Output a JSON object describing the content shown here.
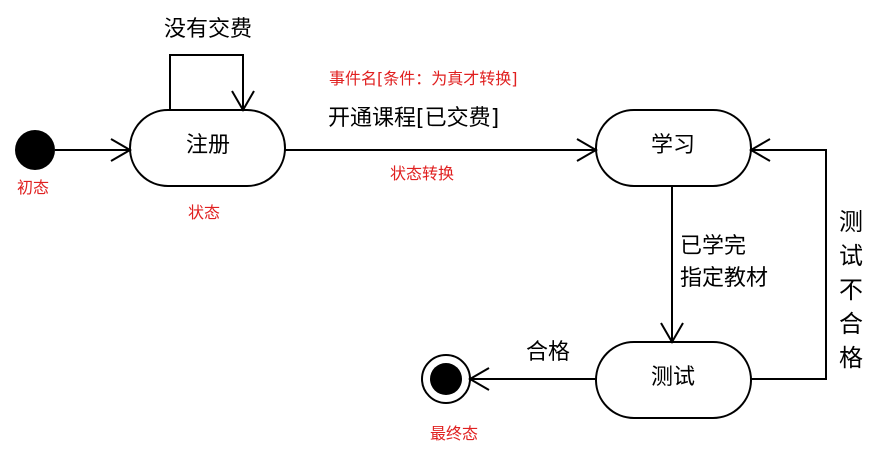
{
  "diagram": {
    "states": {
      "register": "注册",
      "study": "学习",
      "test": "测试"
    },
    "transitions": {
      "self_loop": "没有交费",
      "register_to_study": "开通课程[已交费]",
      "study_to_test_line1": "已学完",
      "study_to_test_line2": "指定教材",
      "test_to_final": "合格",
      "test_to_study": "测试不合格"
    },
    "annotations": {
      "event_name": "事件名[条件：为真才转换]",
      "state_transition": "状态转换",
      "state": "状态",
      "initial_state": "初态",
      "final_state": "最终态"
    },
    "colors": {
      "line": "#000000",
      "annotation": "#e02020"
    }
  }
}
